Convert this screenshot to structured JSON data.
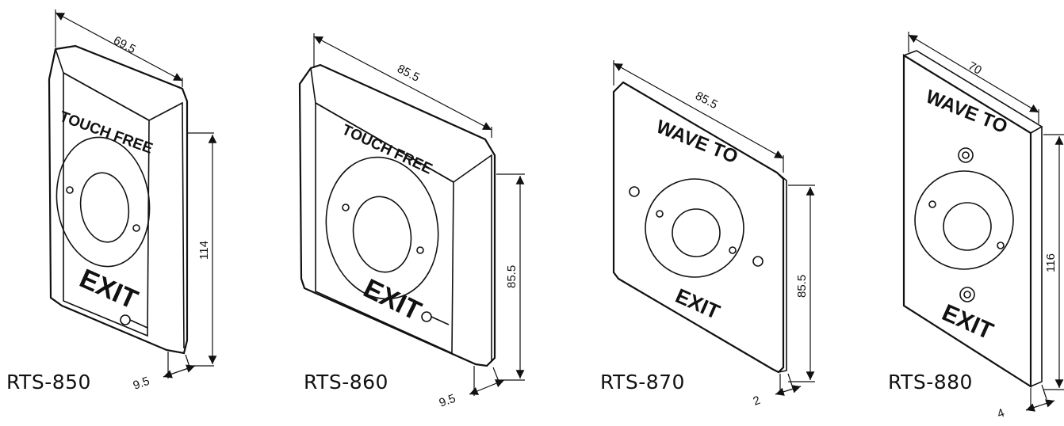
{
  "colors": {
    "line": "#111111",
    "background": "#ffffff"
  },
  "devices": [
    {
      "model": "RTS-850",
      "face_top": "TOUCH FREE",
      "face_bottom": "EXIT",
      "logo": "key-logo",
      "dims": {
        "width": "69.5",
        "height": "114",
        "depth": "9.5"
      }
    },
    {
      "model": "RTS-860",
      "face_top": "TOUCH FREE",
      "face_bottom": "EXIT",
      "logo": "key-logo",
      "dims": {
        "width": "85.5",
        "height": "85.5",
        "depth": "9.5"
      }
    },
    {
      "model": "RTS-870",
      "face_top": "WAVE TO",
      "face_bottom": "EXIT",
      "dims": {
        "width": "85.5",
        "height": "85.5",
        "depth": "2"
      }
    },
    {
      "model": "RTS-880",
      "face_top": "WAVE TO",
      "face_bottom": "EXIT",
      "dims": {
        "width": "70",
        "height": "116",
        "depth": "4"
      }
    }
  ]
}
